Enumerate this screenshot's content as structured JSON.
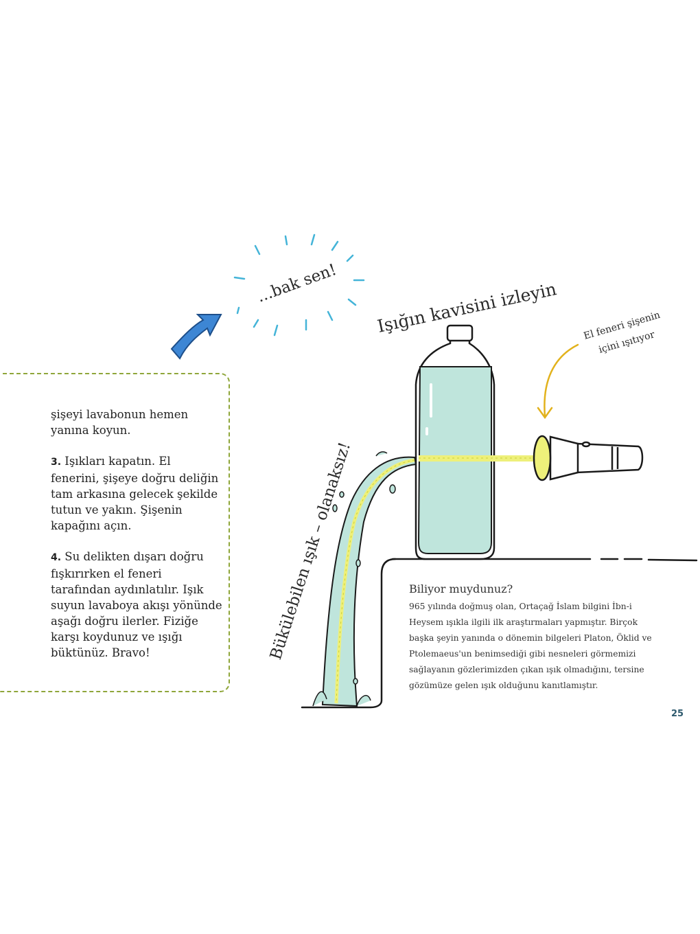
{
  "callouts": {
    "bak_sen": "...bak sen!",
    "curve_title": "Işığın kavisini izleyin",
    "flashlight_note_line1": "El feneri şişenin",
    "flashlight_note_line2": "içini ışıtıyor",
    "bent_light": "Bükülebilen ışık – olanaksız!"
  },
  "instructions": {
    "intro": "şişeyi lavabonun hemen yanına koyun.",
    "step3_num": "3.",
    "step3_text": " Işıkları kapatın. El fenerini, şişeye doğru deliğin tam arkasına gelecek şekilde tutun ve yakın. Şişenin kapağını açın.",
    "step4_num": "4.",
    "step4_text": " Su delikten dışarı doğru fışkırırken el feneri tarafından aydınlatılır. Işık suyun lavaboya akışı yönünde aşağı doğru ilerler. Fiziğe karşı koydunuz ve ışığı büktünüz. Bravo!"
  },
  "info": {
    "title": "Biliyor muydunuz?",
    "body": "965 yılında doğmuş olan, Ortaçağ İslam bilgini İbn-i Heysem ışıkla ilgili ilk araştırmaları yapmıştır. Birçok başka şeyin yanında o dönemin bilgeleri Platon, Öklid ve Ptolemaeus'un benimsediği gibi nesneleri görmemizi sağlayanın gözlerimizden çıkan ışık olmadığını, tersine gözümüze gelen ışık olduğunu kanıtlamıştır."
  },
  "page_number": "25",
  "colors": {
    "water": "#bfe5dc",
    "light_beam": "#eef07a",
    "accent_blue": "#3d86d4",
    "splash_blue": "#44b4d8",
    "dash_green": "#8fa63a",
    "arrow_yellow": "#e2b21c"
  }
}
